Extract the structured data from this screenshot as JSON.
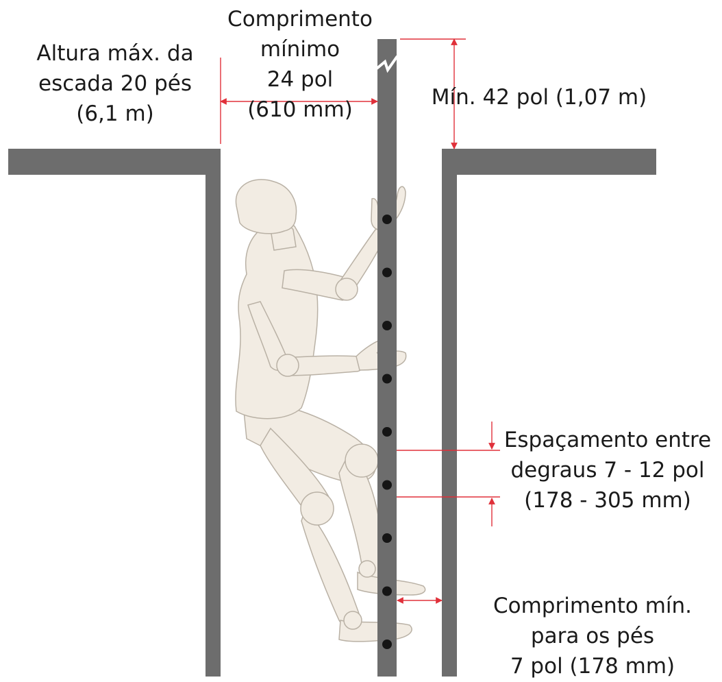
{
  "colors": {
    "wall": "#6d6d6d",
    "ladder_rail": "#6d6d6d",
    "rung": "#151515",
    "dimension_line": "#e0303a",
    "figure_fill": "#f2ece3",
    "figure_stroke": "#b9b1a5",
    "text": "#1a1a1a"
  },
  "labels": {
    "max_height": [
      "Altura máx. da",
      "escada 20 pés",
      "(6,1 m)"
    ],
    "min_width": [
      "Comprimento",
      "mínimo",
      "24 pol",
      "(610 mm)"
    ],
    "min_extension": "Mín. 42 pol (1,07 m)",
    "rung_spacing": [
      "Espaçamento entre",
      "degraus 7 - 12 pol",
      "(178 - 305 mm)"
    ],
    "toe_clearance": [
      "Comprimento mín.",
      "para os pés",
      "7 pol (178 mm)"
    ]
  },
  "elements": {
    "left_wall": "wall",
    "right_wall": "wall",
    "ladder": "fixed-ladder",
    "figure": "climber",
    "rungs": 9
  }
}
